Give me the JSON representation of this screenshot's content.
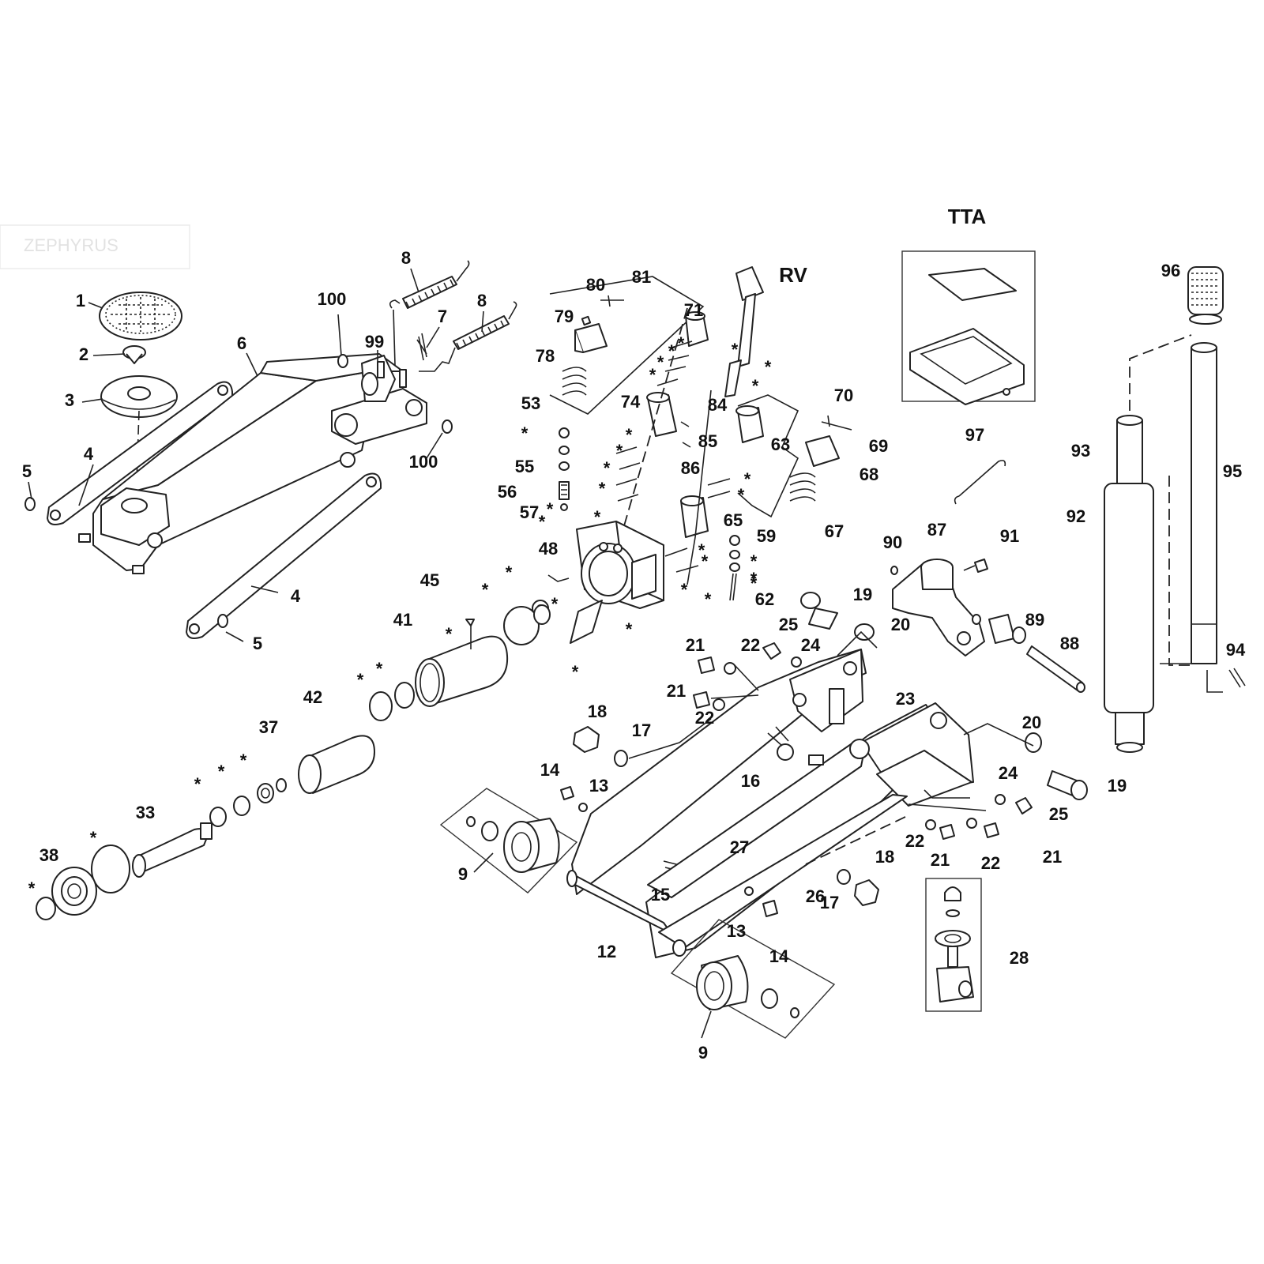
{
  "watermark": "ZEPHYRUS",
  "assemblies": {
    "tta": "TTA",
    "rv": "RV"
  },
  "callouts": [
    {
      "id": "c1",
      "text": "1"
    },
    {
      "id": "c2",
      "text": "2"
    },
    {
      "id": "c3",
      "text": "3"
    },
    {
      "id": "c4a",
      "text": "4"
    },
    {
      "id": "c4b",
      "text": "4"
    },
    {
      "id": "c5a",
      "text": "5"
    },
    {
      "id": "c5b",
      "text": "5"
    },
    {
      "id": "c6",
      "text": "6"
    },
    {
      "id": "c7",
      "text": "7"
    },
    {
      "id": "c8a",
      "text": "8"
    },
    {
      "id": "c8b",
      "text": "8"
    },
    {
      "id": "c9a",
      "text": "9"
    },
    {
      "id": "c9b",
      "text": "9"
    },
    {
      "id": "c12",
      "text": "12"
    },
    {
      "id": "c13a",
      "text": "13"
    },
    {
      "id": "c13b",
      "text": "13"
    },
    {
      "id": "c14a",
      "text": "14"
    },
    {
      "id": "c14b",
      "text": "14"
    },
    {
      "id": "c15",
      "text": "15"
    },
    {
      "id": "c16",
      "text": "16"
    },
    {
      "id": "c17a",
      "text": "17"
    },
    {
      "id": "c17b",
      "text": "17"
    },
    {
      "id": "c18a",
      "text": "18"
    },
    {
      "id": "c18b",
      "text": "18"
    },
    {
      "id": "c19a",
      "text": "19"
    },
    {
      "id": "c19b",
      "text": "19"
    },
    {
      "id": "c20a",
      "text": "20"
    },
    {
      "id": "c20b",
      "text": "20"
    },
    {
      "id": "c21a",
      "text": "21"
    },
    {
      "id": "c21b",
      "text": "21"
    },
    {
      "id": "c21c",
      "text": "21"
    },
    {
      "id": "c21d",
      "text": "21"
    },
    {
      "id": "c22a",
      "text": "22"
    },
    {
      "id": "c22b",
      "text": "22"
    },
    {
      "id": "c22c",
      "text": "22"
    },
    {
      "id": "c22d",
      "text": "22"
    },
    {
      "id": "c23",
      "text": "23"
    },
    {
      "id": "c24a",
      "text": "24"
    },
    {
      "id": "c24b",
      "text": "24"
    },
    {
      "id": "c25a",
      "text": "25"
    },
    {
      "id": "c25b",
      "text": "25"
    },
    {
      "id": "c26",
      "text": "26"
    },
    {
      "id": "c27",
      "text": "27"
    },
    {
      "id": "c28",
      "text": "28"
    },
    {
      "id": "c33",
      "text": "33"
    },
    {
      "id": "c37",
      "text": "37"
    },
    {
      "id": "c38",
      "text": "38"
    },
    {
      "id": "c41",
      "text": "41"
    },
    {
      "id": "c42",
      "text": "42"
    },
    {
      "id": "c45",
      "text": "45"
    },
    {
      "id": "c48",
      "text": "48"
    },
    {
      "id": "c53",
      "text": "53"
    },
    {
      "id": "c55",
      "text": "55"
    },
    {
      "id": "c56",
      "text": "56"
    },
    {
      "id": "c57",
      "text": "57"
    },
    {
      "id": "c59",
      "text": "59"
    },
    {
      "id": "c62",
      "text": "62"
    },
    {
      "id": "c63",
      "text": "63"
    },
    {
      "id": "c65",
      "text": "65"
    },
    {
      "id": "c67",
      "text": "67"
    },
    {
      "id": "c68",
      "text": "68"
    },
    {
      "id": "c69",
      "text": "69"
    },
    {
      "id": "c70",
      "text": "70"
    },
    {
      "id": "c71",
      "text": "71"
    },
    {
      "id": "c74",
      "text": "74"
    },
    {
      "id": "c78",
      "text": "78"
    },
    {
      "id": "c79",
      "text": "79"
    },
    {
      "id": "c80",
      "text": "80"
    },
    {
      "id": "c81",
      "text": "81"
    },
    {
      "id": "c84",
      "text": "84"
    },
    {
      "id": "c85",
      "text": "85"
    },
    {
      "id": "c86",
      "text": "86"
    },
    {
      "id": "c87",
      "text": "87"
    },
    {
      "id": "c88",
      "text": "88"
    },
    {
      "id": "c89",
      "text": "89"
    },
    {
      "id": "c90",
      "text": "90"
    },
    {
      "id": "c91",
      "text": "91"
    },
    {
      "id": "c92",
      "text": "92"
    },
    {
      "id": "c93",
      "text": "93"
    },
    {
      "id": "c94",
      "text": "94"
    },
    {
      "id": "c95",
      "text": "95"
    },
    {
      "id": "c96",
      "text": "96"
    },
    {
      "id": "c97",
      "text": "97"
    },
    {
      "id": "c99",
      "text": "99"
    },
    {
      "id": "c100a",
      "text": "100"
    },
    {
      "id": "c100b",
      "text": "100"
    }
  ],
  "seal_marks": [
    {
      "id": "s1",
      "text": "*"
    },
    {
      "id": "s2",
      "text": "*"
    },
    {
      "id": "s3",
      "text": "*"
    },
    {
      "id": "s4",
      "text": "*"
    },
    {
      "id": "s5",
      "text": "*"
    },
    {
      "id": "s6",
      "text": "*"
    },
    {
      "id": "s7",
      "text": "*"
    },
    {
      "id": "s8",
      "text": "*"
    },
    {
      "id": "s9",
      "text": "*"
    },
    {
      "id": "s10",
      "text": "*"
    },
    {
      "id": "s11",
      "text": "*"
    },
    {
      "id": "s12",
      "text": "*"
    },
    {
      "id": "s13",
      "text": "*"
    },
    {
      "id": "s14",
      "text": "*"
    },
    {
      "id": "s15",
      "text": "*"
    },
    {
      "id": "s16",
      "text": "*"
    },
    {
      "id": "s17",
      "text": "*"
    },
    {
      "id": "s18",
      "text": "*"
    },
    {
      "id": "s19",
      "text": "*"
    },
    {
      "id": "s20",
      "text": "*"
    },
    {
      "id": "s21",
      "text": "*"
    },
    {
      "id": "s22",
      "text": "*"
    },
    {
      "id": "s23",
      "text": "*"
    },
    {
      "id": "s24",
      "text": "*"
    },
    {
      "id": "s25",
      "text": "*"
    },
    {
      "id": "s26",
      "text": "*"
    },
    {
      "id": "s27",
      "text": "*"
    },
    {
      "id": "s28",
      "text": "*"
    },
    {
      "id": "s29",
      "text": "*"
    },
    {
      "id": "s30",
      "text": "*"
    },
    {
      "id": "s31",
      "text": "*"
    },
    {
      "id": "s32",
      "text": "*"
    },
    {
      "id": "s33",
      "text": "*"
    },
    {
      "id": "s34",
      "text": "*"
    },
    {
      "id": "s35",
      "text": "*"
    },
    {
      "id": "s36",
      "text": "*"
    },
    {
      "id": "s37",
      "text": "*"
    }
  ]
}
